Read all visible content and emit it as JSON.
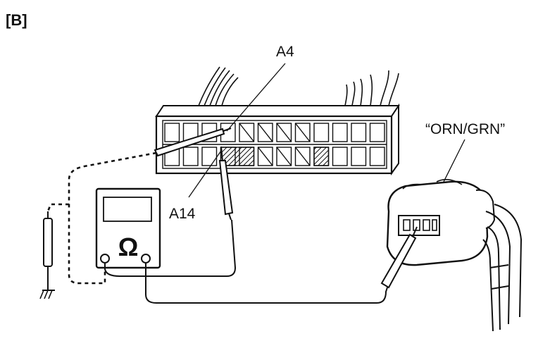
{
  "figure_tag": "[B]",
  "labels": {
    "a4": "A4",
    "a14": "A14",
    "wire_color": "“ORN/GRN”"
  },
  "meter_symbol": "Ω",
  "colors": {
    "ink": "#111111",
    "paper": "#ffffff"
  }
}
